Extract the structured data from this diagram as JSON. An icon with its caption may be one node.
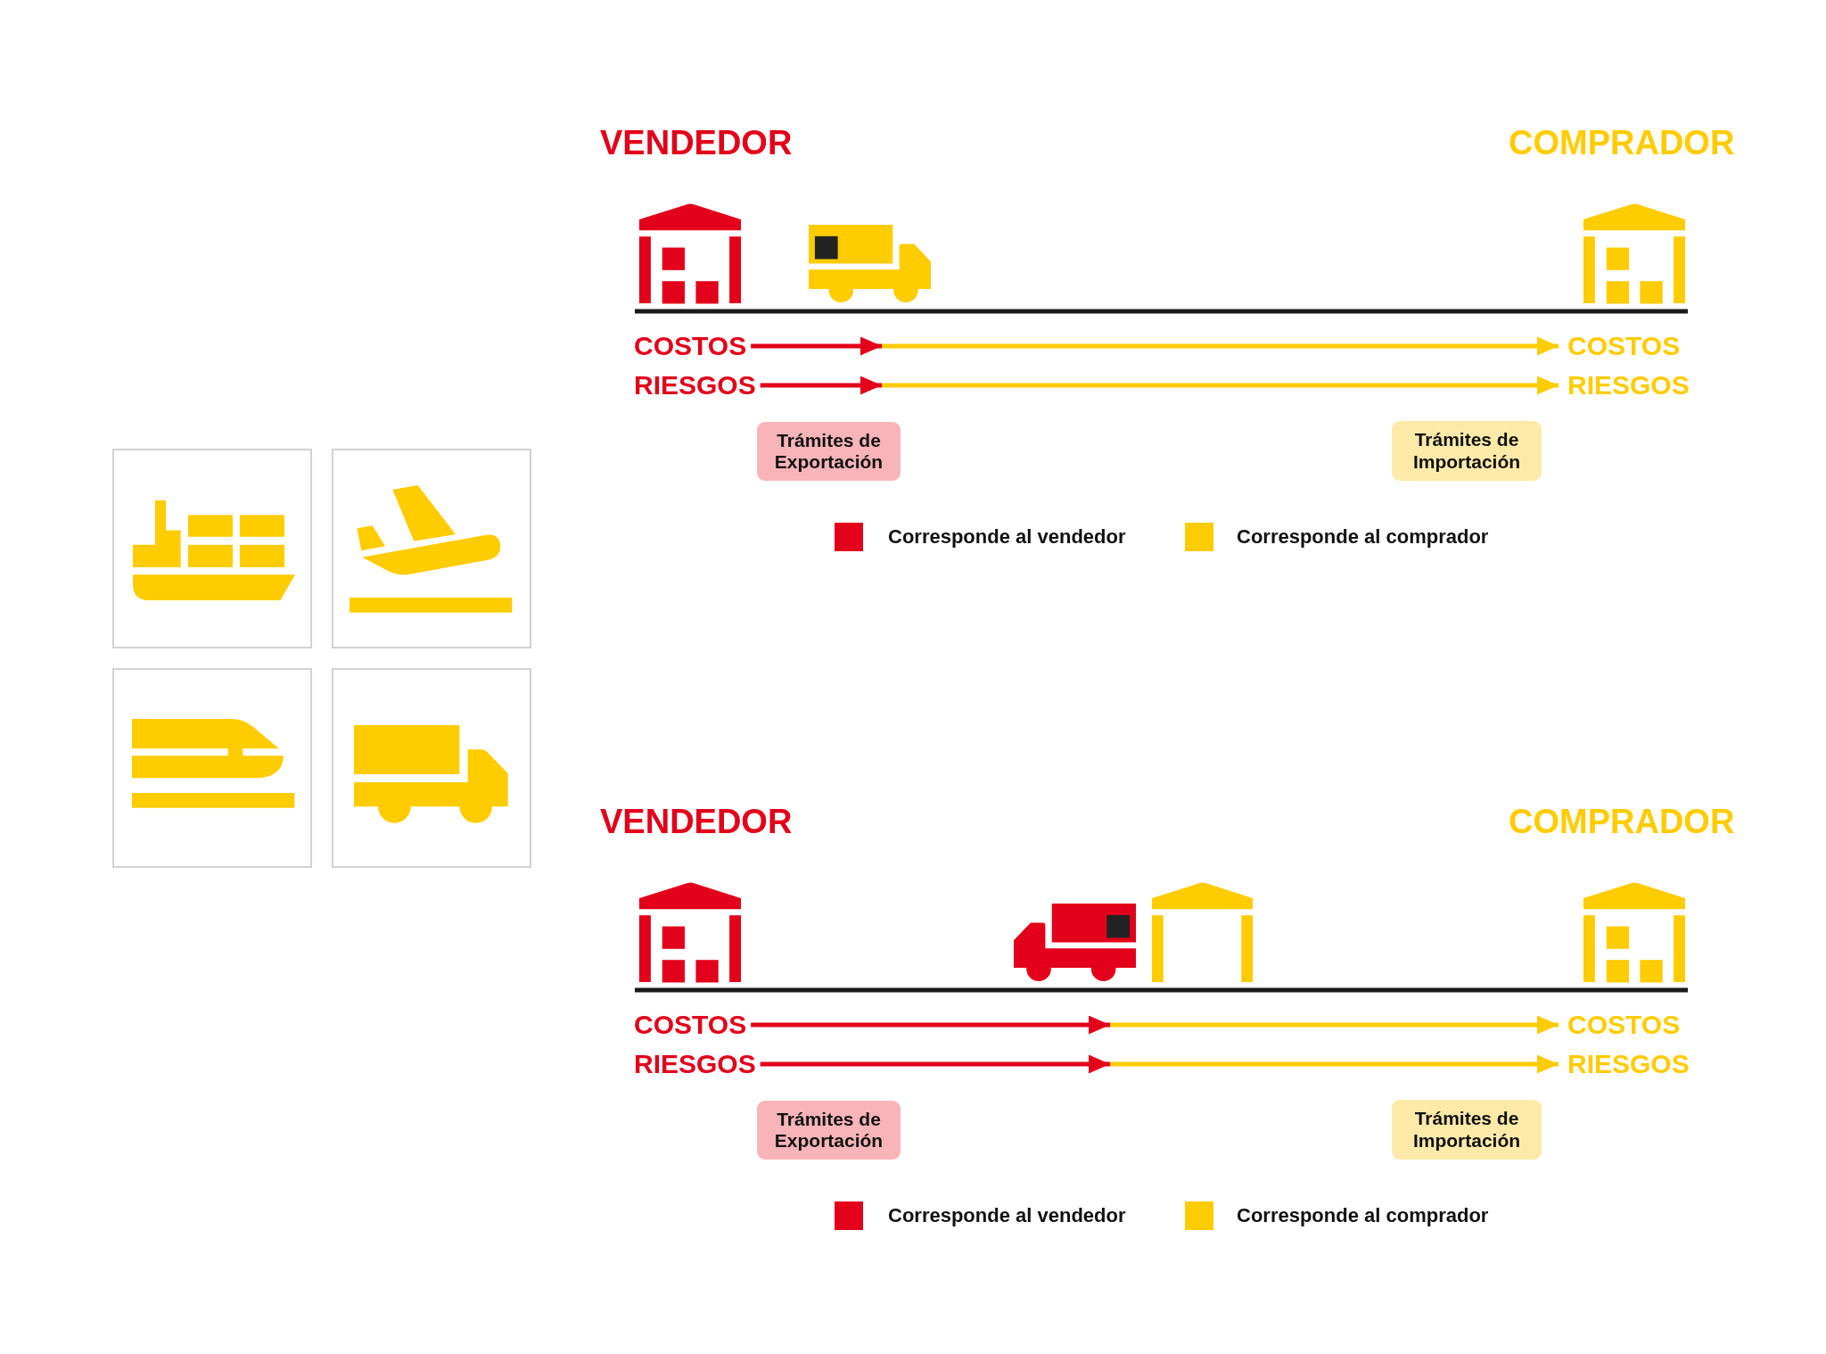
{
  "diagram": {
    "nodes": [
      {
        "text": [
          "COSTOS"
        ]
      },
      {
        "text": [
          "COSTOS"
        ]
      },
      {
        "text": [
          "RIESGOS"
        ]
      },
      {
        "text": [
          "RIESGOS"
        ]
      },
      {
        "text": [
          "Trámites de Exportación"
        ]
      },
      {
        "text": [
          "Trámites de Importación"
        ]
      },
      {
        "text": [
          "COSTOS"
        ]
      },
      {
        "text": [
          "COSTOS"
        ]
      },
      {
        "text": [
          "RIESGOS"
        ]
      },
      {
        "text": [
          "RIESGOS"
        ]
      },
      {
        "text": [
          "Trámites de Exportación"
        ]
      },
      {
        "text": [
          "Trámites de Importación"
        ]
      }
    ],
    "edges": [
      {
        "from": 0,
        "to": 1,
        "arrow": "to"
      },
      {
        "from": 2,
        "to": 3,
        "arrow": "to"
      },
      {
        "from": 6,
        "to": 7,
        "arrow": "to"
      },
      {
        "from": 8,
        "to": 9,
        "arrow": "to"
      }
    ],
    "labels": [
      "VENDEDOR",
      "COMPRADOR",
      "VENDEDOR",
      "COMPRADOR"
    ],
    "legend": [
      {
        "text": "Corresponde al vendedor",
        "color": "#e2001a"
      },
      {
        "text": "Corresponde al comprador",
        "color": "#ffcc00"
      },
      {
        "text": "Corresponde al vendedor",
        "color": "#e2001a"
      },
      {
        "text": "Corresponde al comprador",
        "color": "#ffcc00"
      }
    ]
  }
}
